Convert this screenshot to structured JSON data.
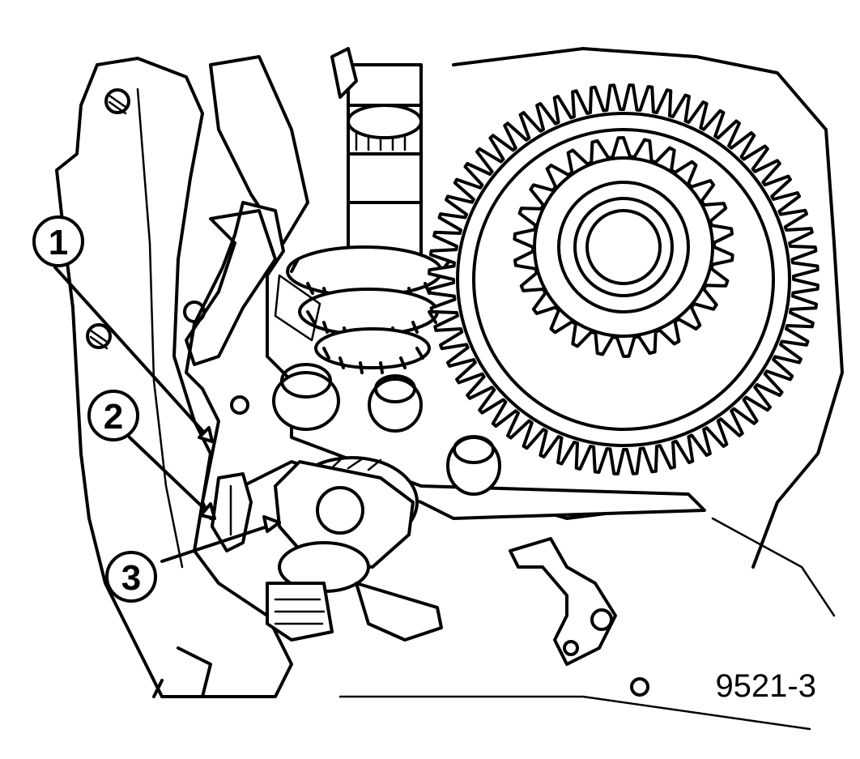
{
  "figure": {
    "id_label": "9521-3"
  },
  "callouts": [
    {
      "label": "1"
    },
    {
      "label": "2"
    },
    {
      "label": "3"
    }
  ]
}
